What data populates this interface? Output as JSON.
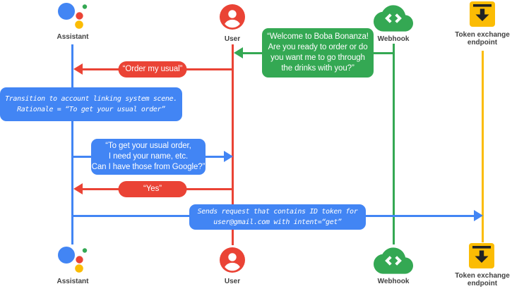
{
  "actors": {
    "assistant": {
      "label": "Assistant"
    },
    "user": {
      "label": "User"
    },
    "webhook": {
      "label": "Webhook"
    },
    "token": {
      "label": "Token exchange endpoint"
    }
  },
  "messages": {
    "welcome": {
      "line1": "“Welcome to Boba Bonanza!",
      "line2": "Are you ready to order or do",
      "line3": "you want me to go through",
      "line4": "the drinks with you?”"
    },
    "order_usual": {
      "text": "“Order my usual”"
    },
    "transition_note": {
      "line1": "Transition to account linking system scene.",
      "line2": "Rationale = “To get your usual order”"
    },
    "need_info": {
      "line1": "“To get your usual order,",
      "line2": "I need your name, etc.",
      "line3": "Can I have those from Google?”"
    },
    "yes": {
      "text": "“Yes”"
    },
    "sends_request": {
      "line1": "Sends request that contains ID token for",
      "line2": "user@gmail.com with intent=“get”"
    }
  },
  "colors": {
    "blue": "#4285f4",
    "red": "#ea4335",
    "green": "#34a853",
    "yellow": "#fbbc04",
    "label_text": "#424242"
  }
}
